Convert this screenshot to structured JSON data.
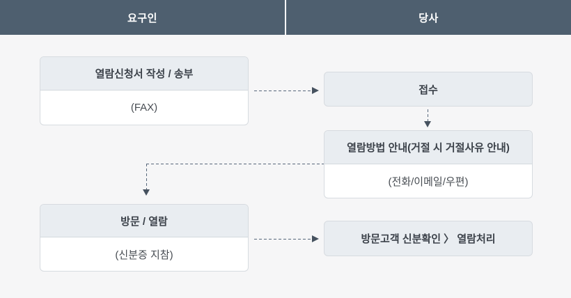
{
  "header": {
    "requester": "요구인",
    "company": "당사"
  },
  "boxes": {
    "request_form": {
      "title": "열람신청서 작성 / 송부",
      "note": "(FAX)"
    },
    "reception": {
      "title": "접수"
    },
    "method_guide": {
      "title": "열람방법 안내(거절 시 거절사유 안내)",
      "note": "(전화/이메일/우편)"
    },
    "visit": {
      "title": "방문 / 열람",
      "note": "(신분증 지참)"
    },
    "identity_check": {
      "title": "방문고객 신분확인 〉 열람처리"
    }
  },
  "colors": {
    "header_bg": "#4e5f6f",
    "header_text": "#ffffff",
    "page_bg": "#f6f6f7",
    "card_head_bg": "#e9edf1",
    "card_body_bg": "#ffffff",
    "card_border": "#d7dbe0",
    "card_divider": "#d3d9de",
    "arrow": "#56667a",
    "arrowhead": "#46525f",
    "title_text": "#3b4149",
    "note_text": "#474c52"
  }
}
